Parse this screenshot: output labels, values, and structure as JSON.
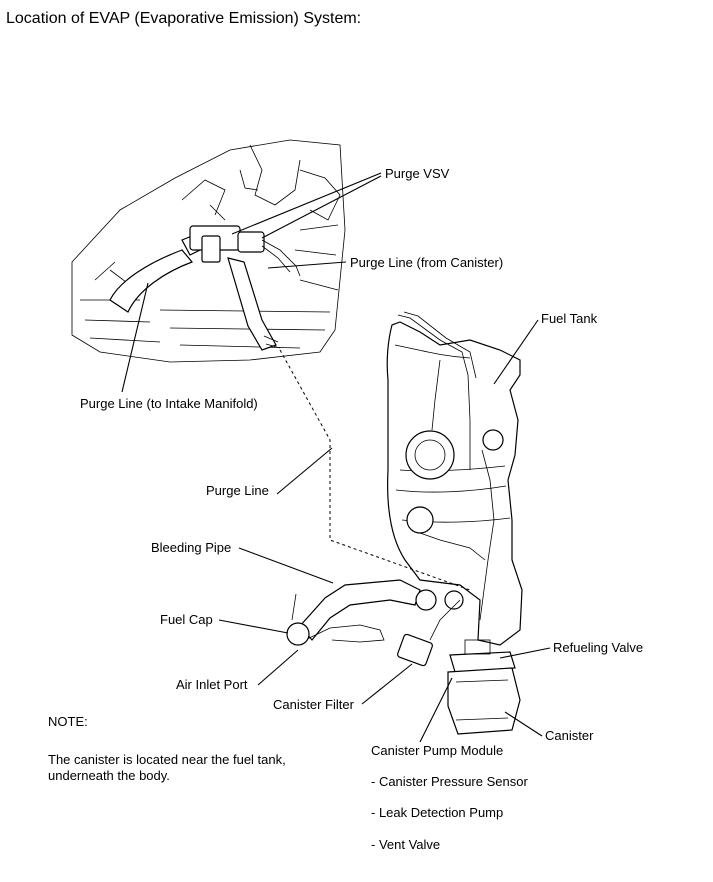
{
  "title": "Location of EVAP (Evaporative Emission) System:",
  "labels": {
    "purge_vsv": "Purge VSV",
    "purge_line_from_canister": "Purge Line (from Canister)",
    "purge_line_to_intake": "Purge Line (to Intake Manifold)",
    "fuel_tank": "Fuel Tank",
    "purge_line": "Purge Line",
    "bleeding_pipe": "Bleeding Pipe",
    "fuel_cap": "Fuel Cap",
    "refueling_valve": "Refueling Valve",
    "air_inlet_port": "Air Inlet Port",
    "canister_filter": "Canister Filter",
    "canister": "Canister",
    "canister_pump_module": "Canister Pump Module"
  },
  "pump_module_parts": [
    "- Canister Pressure Sensor",
    "- Leak Detection Pump",
    "- Vent Valve"
  ],
  "note": {
    "heading": "NOTE:",
    "lines": [
      "The canister is located near the fuel tank,",
      "underneath the body."
    ]
  }
}
